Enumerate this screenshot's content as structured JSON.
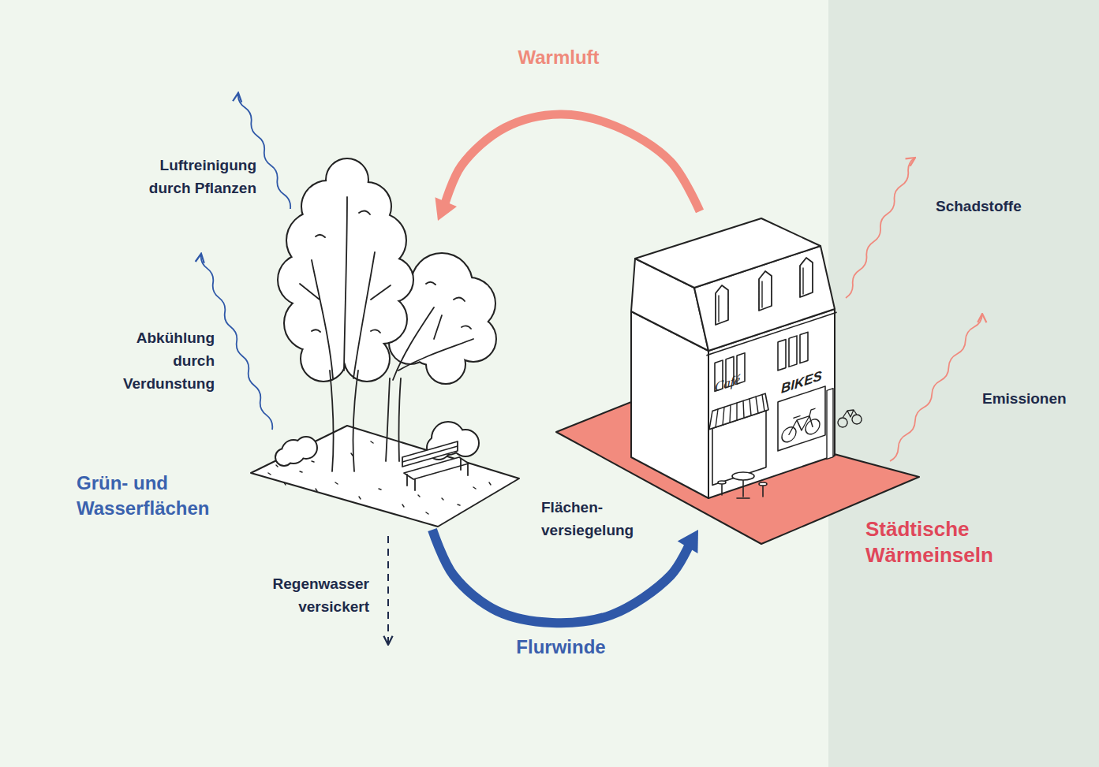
{
  "diagram": {
    "nodes": [
      {
        "text": [
          "Grün- und Wasserflächen"
        ]
      },
      {
        "text": [
          "Städtische Wärmeinseln"
        ]
      }
    ],
    "edges": [
      {
        "from": 1,
        "to": 0,
        "arrow": "to",
        "label": "Warmluft"
      },
      {
        "from": 0,
        "to": 1,
        "arrow": "to",
        "label": "Flurwinde"
      }
    ],
    "labels": [
      "Luftreinigung durch Pflanzen",
      "Abkühlung durch Verdunstung",
      "Regenwasser versickert",
      "Flächen- versiegelung",
      "Café",
      "BIKES",
      "Schadstoffe",
      "Emissionen"
    ]
  }
}
